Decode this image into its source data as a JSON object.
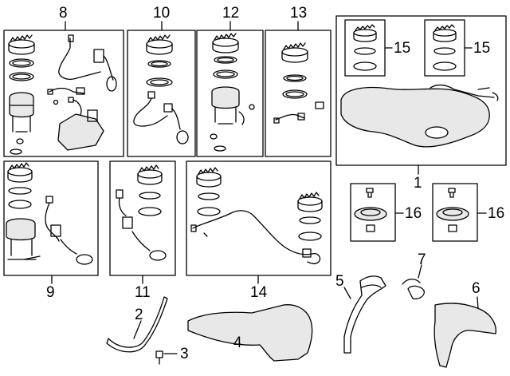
{
  "diagram": {
    "callouts": [
      {
        "id": "c8",
        "label": "8"
      },
      {
        "id": "c10",
        "label": "10"
      },
      {
        "id": "c12",
        "label": "12"
      },
      {
        "id": "c13",
        "label": "13"
      },
      {
        "id": "c15a",
        "label": "15"
      },
      {
        "id": "c15b",
        "label": "15"
      },
      {
        "id": "c1",
        "label": "1"
      },
      {
        "id": "c9",
        "label": "9"
      },
      {
        "id": "c11",
        "label": "11"
      },
      {
        "id": "c14",
        "label": "14"
      },
      {
        "id": "c16a",
        "label": "16"
      },
      {
        "id": "c16b",
        "label": "16"
      },
      {
        "id": "c2",
        "label": "2"
      },
      {
        "id": "c3",
        "label": "3"
      },
      {
        "id": "c4",
        "label": "4"
      },
      {
        "id": "c5",
        "label": "5"
      },
      {
        "id": "c6",
        "label": "6"
      },
      {
        "id": "c7",
        "label": "7"
      }
    ],
    "colors": {
      "line": "#000000",
      "shade": "#e8e8e8",
      "background": "#ffffff"
    }
  }
}
